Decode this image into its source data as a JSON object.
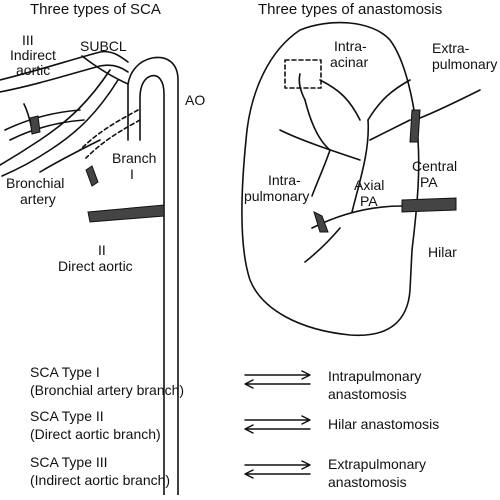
{
  "left_panel": {
    "heading": "Three types of SCA",
    "labels": {
      "indirect_num": "III",
      "indirect_line1": "Indirect",
      "indirect_line2": "aortic",
      "subcl": "SUBCL",
      "ao": "AO",
      "branch_line1": "Branch",
      "branch_line2": "I",
      "bronchial_line1": "Bronchial",
      "bronchial_line2": "artery",
      "direct_num": "II",
      "direct_text": "Direct aortic"
    }
  },
  "right_panel": {
    "heading": "Three types of anastomosis",
    "labels": {
      "intra_acinar_1": "Intra-",
      "intra_acinar_2": "acinar",
      "extra_pulm_1": "Extra-",
      "extra_pulm_2": "pulmonary",
      "intra_pulm_1": "Intra-",
      "intra_pulm_2": "pulmonary",
      "axial_1": "Axial",
      "axial_2": "PA",
      "central_1": "Central",
      "central_2": "PA",
      "hilar": "Hilar"
    }
  },
  "legend": [
    {
      "type_line1": "SCA Type I",
      "type_line2": "(Bronchial artery branch)",
      "anast_line1": "Intrapulmonary",
      "anast_line2": "anastomosis"
    },
    {
      "type_line1": "SCA Type II",
      "type_line2": "(Direct aortic branch)",
      "anast_line1": "Hilar anastomosis",
      "anast_line2": ""
    },
    {
      "type_line1": "SCA Type III",
      "type_line2": "(Indirect  aortic branch)",
      "anast_line1": "Extrapulmonary",
      "anast_line2": "anastomosis"
    }
  ],
  "colors": {
    "ink": "#111111",
    "vessel_fill": "#444444",
    "paper": "#ffffff"
  }
}
